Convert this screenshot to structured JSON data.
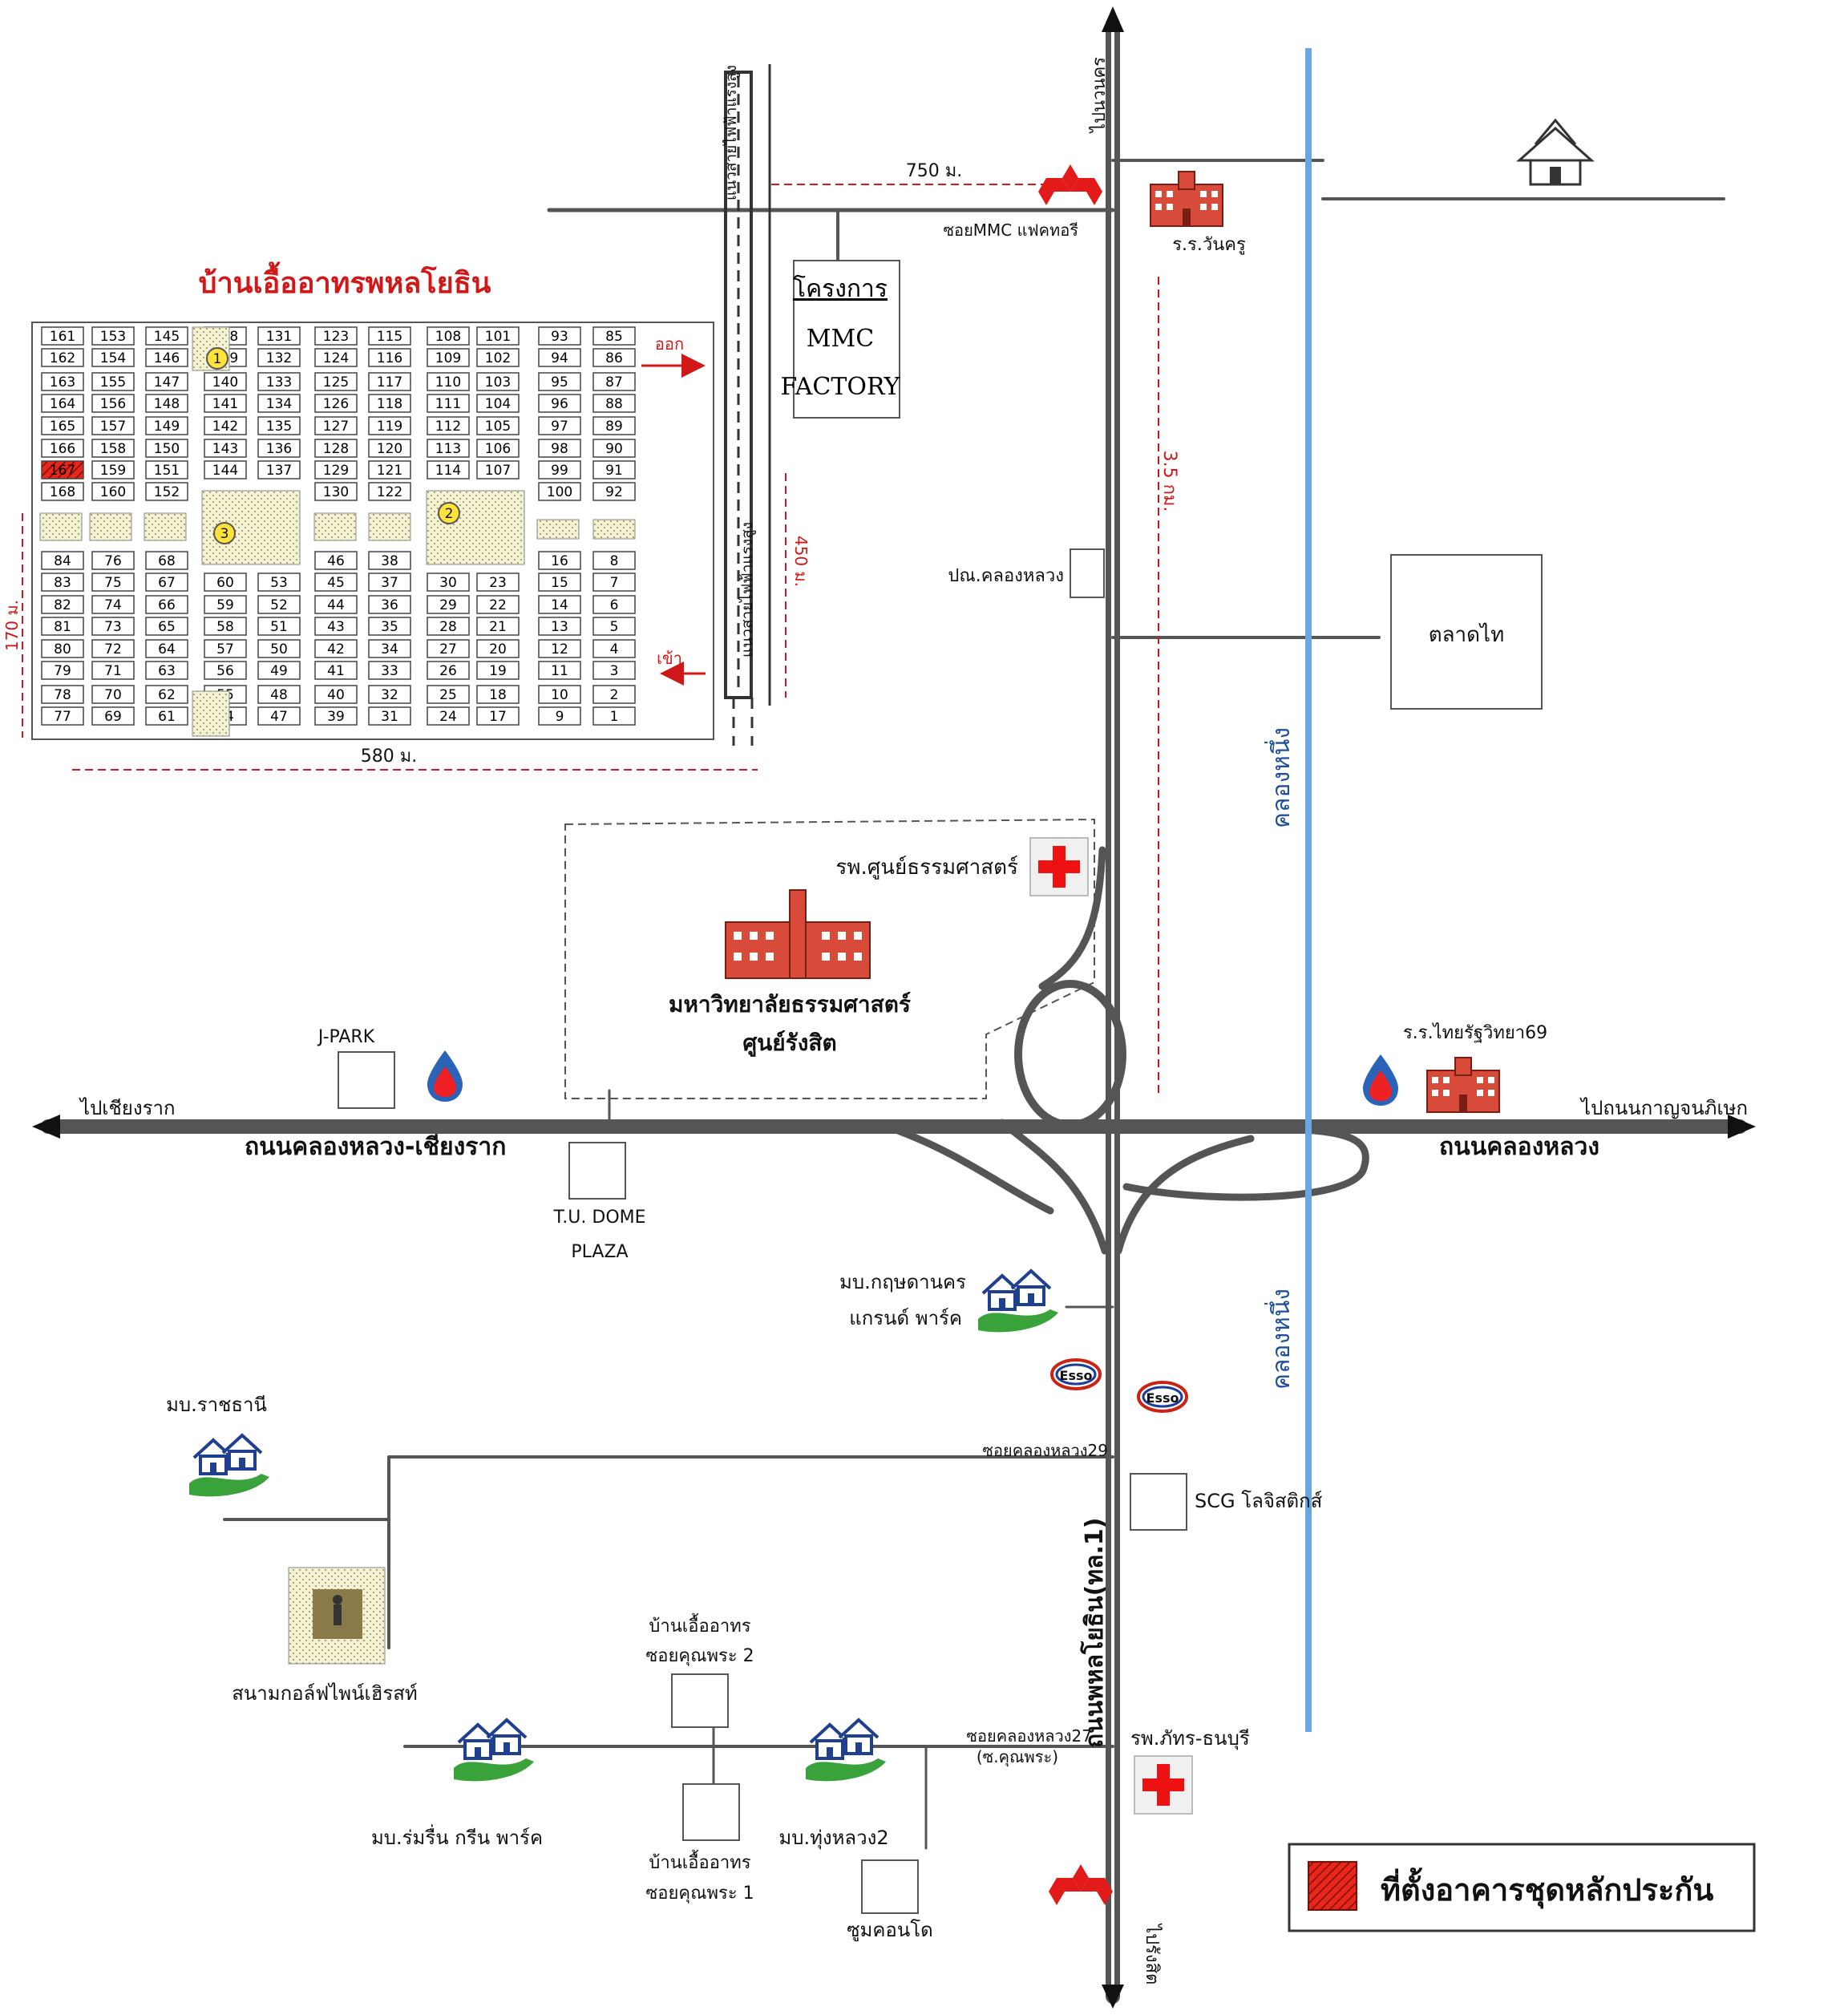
{
  "estate": {
    "title": "บ้านเอื้ออาทรพหลโยธิน",
    "exit_label": "ออก",
    "entry_label": "เข้า",
    "width_label": "580 ม.",
    "height_label": "170 ม.",
    "length_label": "450 ม.",
    "highlighted_plot": "167",
    "plot_columns": [
      [
        "161",
        "162",
        "163",
        "164",
        "165",
        "166",
        "167",
        "168",
        "84",
        "83",
        "82",
        "81",
        "80",
        "79",
        "78",
        "77"
      ],
      [
        "153",
        "154",
        "155",
        "156",
        "157",
        "158",
        "159",
        "160",
        "76",
        "75",
        "74",
        "73",
        "72",
        "71",
        "70",
        "69"
      ],
      [
        "145",
        "146",
        "147",
        "148",
        "149",
        "150",
        "151",
        "152",
        "68",
        "67",
        "66",
        "65",
        "64",
        "63",
        "62",
        "61"
      ],
      [
        "138",
        "139",
        "140",
        "141",
        "142",
        "143",
        "144",
        "60",
        "59",
        "58",
        "57",
        "56",
        "55",
        "54"
      ],
      [
        "131",
        "132",
        "133",
        "134",
        "135",
        "136",
        "137",
        "53",
        "52",
        "51",
        "50",
        "49",
        "48",
        "47"
      ],
      [
        "123",
        "124",
        "125",
        "126",
        "127",
        "128",
        "129",
        "130",
        "46",
        "45",
        "44",
        "43",
        "42",
        "41",
        "40",
        "39"
      ],
      [
        "115",
        "116",
        "117",
        "118",
        "119",
        "120",
        "121",
        "122",
        "38",
        "37",
        "36",
        "35",
        "34",
        "33",
        "32",
        "31"
      ],
      [
        "108",
        "109",
        "110",
        "111",
        "112",
        "113",
        "114",
        "30",
        "29",
        "28",
        "27",
        "26",
        "25",
        "24"
      ],
      [
        "101",
        "102",
        "103",
        "104",
        "105",
        "106",
        "107",
        "23",
        "22",
        "21",
        "20",
        "19",
        "18",
        "17"
      ],
      [
        "93",
        "94",
        "95",
        "96",
        "97",
        "98",
        "99",
        "100",
        "16",
        "15",
        "14",
        "13",
        "12",
        "11",
        "10",
        "9"
      ],
      [
        "85",
        "86",
        "87",
        "88",
        "89",
        "90",
        "91",
        "92",
        "8",
        "7",
        "6",
        "5",
        "4",
        "3",
        "2",
        "1"
      ]
    ],
    "circle_markers": [
      "1",
      "2",
      "3"
    ]
  },
  "labels": {
    "power_line_top": "แนวสายไฟฟ้าแรงสูง",
    "power_line_bottom": "แนวสายไฟฟ้าแรงสูง",
    "dist_750": "750 ม.",
    "dist_3_5": "3.5 กม.",
    "to_nakhon": "ไปนวนคร",
    "to_rangsit": "ไปรังสิต",
    "soi_mmc": "ซอยMMC แฟคทอรี",
    "mmc_project": [
      "โครงการ",
      "MMC",
      "FACTORY"
    ],
    "school_wankru": "ร.ร.วันครู",
    "post_office": "ปณ.คลองหลวง",
    "talat_thai": "ตลาดไท",
    "canal_upper": "คลองหนึ่ง",
    "canal_lower": "คลองหนึ่ง",
    "hospital_thammasat": "รพ.ศูนย์ธรรมศาสตร์",
    "university_line1": "มหาวิทยาลัยธรรมศาสตร์",
    "university_line2": "ศูนย์รังสิต",
    "jpark": "J-PARK",
    "to_chiangrak": "ไปเชียงราก",
    "road_west": "ถนนคลองหลวง-เชียงราก",
    "road_east": "ถนนคลองหลวง",
    "to_kanchanaphisek": "ไปถนนกาญจนภิเษก",
    "school_thairat": "ร.ร.ไทยรัฐวิทยา69",
    "tu_dome_1": "T.U. DOME",
    "tu_dome_2": "PLAZA",
    "krit_1": "มบ.กฤษดานคร",
    "krit_2": "แกรนด์ พาร์ค",
    "esso": "Esso",
    "ratchathani": "มบ.ราชธานี",
    "soi_29": "ซอยคลองหลวง29",
    "scg": "SCG โลจิสติกส์",
    "main_road": "ถนนพหลโยธิน(ทล.1)",
    "golf": "สนามกอล์ฟไพน์เฮิรสท์",
    "baan_kp2_1": "บ้านเอื้ออาทร",
    "baan_kp2_2": "ซอยคุณพระ 2",
    "soi_27": "ซอยคลองหลวง27",
    "soi_27_sub": "(ซ.คุณพระ)",
    "hospital_phat": "รพ.ภัทร-ธนบุรี",
    "romruen": "มบ.ร่มรื่น กรีน พาร์ค",
    "baan_kp1_1": "บ้านเอื้ออาทร",
    "baan_kp1_2": "ซอยคุณพระ 1",
    "thunglung": "มบ.ทุ่งหลวง2",
    "zoom_condo": "ซูมคอนโด"
  },
  "legend": {
    "text": "ที่ตั้งอาคารชุดหลักประกัน"
  },
  "colors": {
    "red": "#d01818",
    "road": "#555555",
    "canal": "#6aa6e0",
    "green": "#3aa23a"
  }
}
